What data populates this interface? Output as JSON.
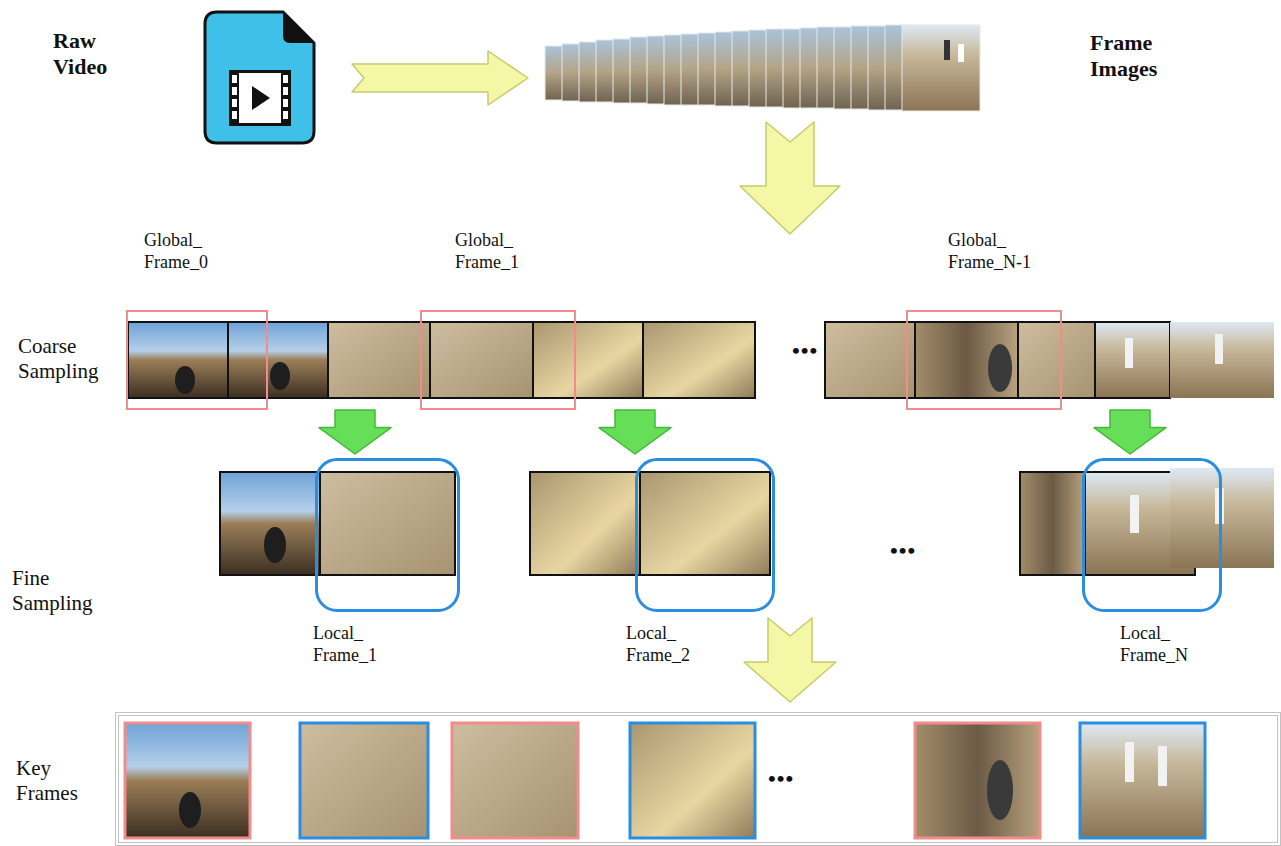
{
  "diagram": {
    "nodes": [
      {
        "text": [
          "Raw Video"
        ]
      },
      {
        "text": [
          "Frame Images"
        ]
      },
      {
        "text": [
          "Coarse Sampling"
        ]
      },
      {
        "text": [
          "Global_ Frame_0"
        ],
        "in": 2
      },
      {
        "text": [
          "Global_ Frame_1"
        ],
        "in": 2
      },
      {
        "text": [
          "Global_ Frame_N-1"
        ],
        "in": 2
      },
      {
        "text": [
          "Local_ Frame_1"
        ]
      },
      {
        "text": [
          "Local_ Frame_2"
        ]
      },
      {
        "text": [
          "Local_ Frame_N"
        ]
      },
      {
        "text": [
          "Key Frames"
        ]
      }
    ],
    "edges": [
      {
        "from": 0,
        "to": 1,
        "arrow": "to"
      },
      {
        "from": 1,
        "to": 2,
        "arrow": "to"
      },
      {
        "from": 2,
        "to": 6,
        "arrow": "to"
      },
      {
        "from": 2,
        "to": 7,
        "arrow": "to"
      },
      {
        "from": 2,
        "to": 8,
        "arrow": "to"
      },
      {
        "from": 7,
        "to": 9,
        "arrow": "to"
      }
    ],
    "labels": [
      "Fine Sampling",
      "•••",
      "•••",
      "•••"
    ]
  }
}
